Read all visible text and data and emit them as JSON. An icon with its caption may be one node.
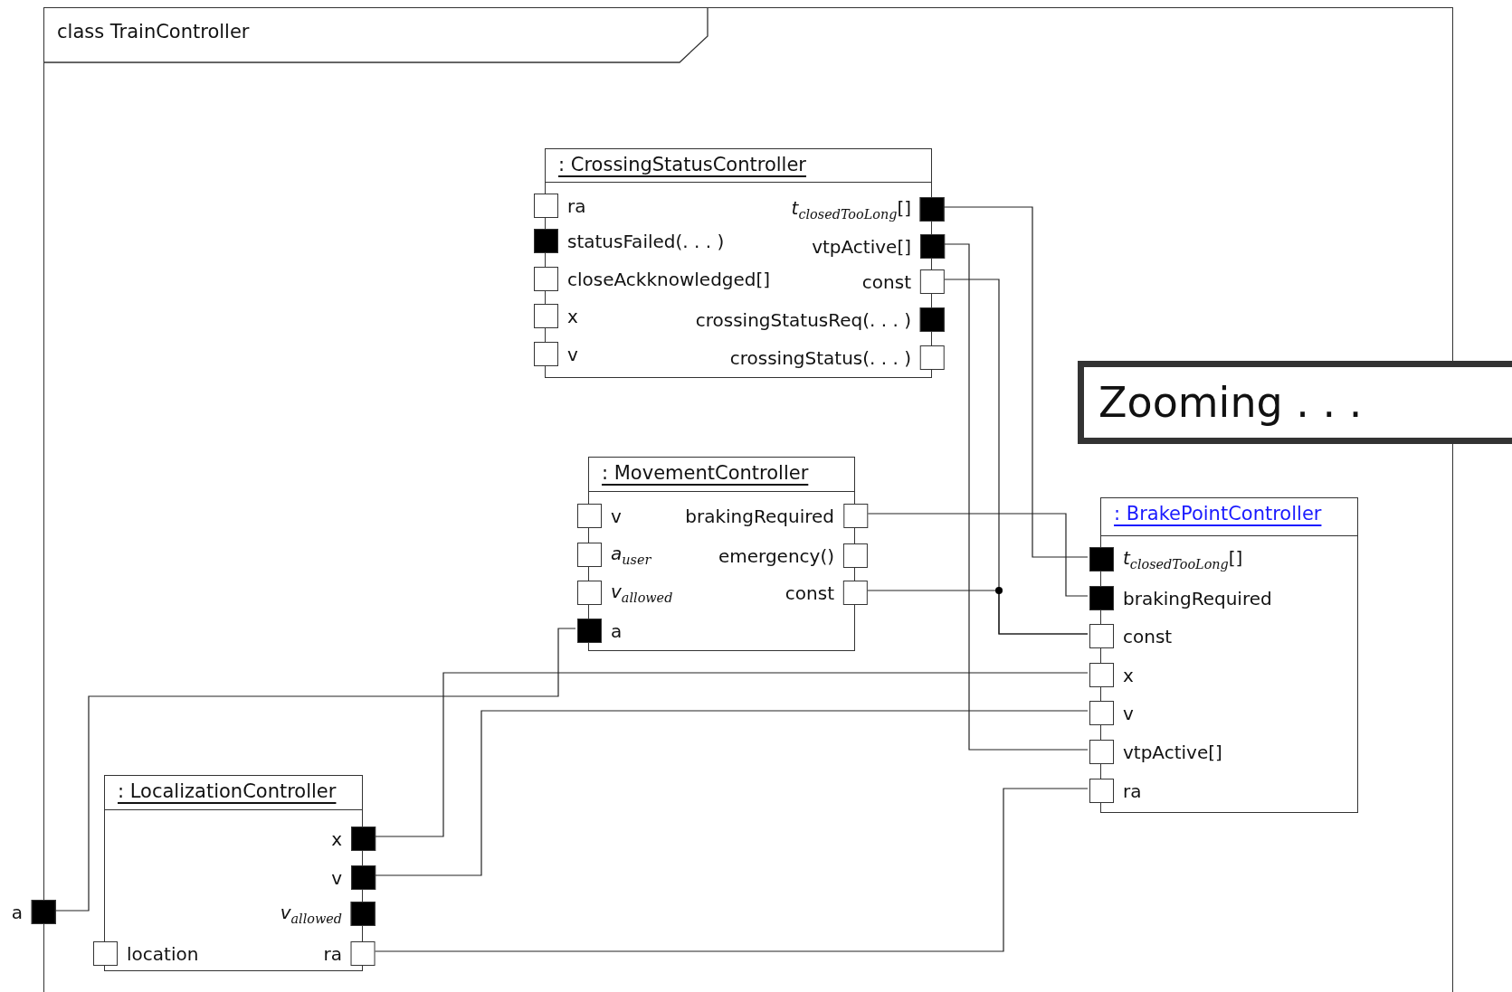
{
  "diagram": {
    "nodes": [
      {
        "text": [
          "class TrainController"
        ]
      },
      {
        "text": [
          ": CrossingStatusController"
        ],
        "in": 0
      },
      {
        "text": [
          "ra"
        ],
        "in": 1
      },
      {
        "text": [
          "statusFailed(. . . )"
        ],
        "in": 1
      },
      {
        "text": [
          "closeAckknowledged[]"
        ],
        "in": 1
      },
      {
        "text": [
          "x"
        ],
        "in": 1
      },
      {
        "text": [
          "v"
        ],
        "in": 1
      },
      {
        "text": [
          "*t*$_{closedTooLong}$[]"
        ],
        "in": 1
      },
      {
        "text": [
          "vtpActive[]"
        ],
        "in": 1
      },
      {
        "text": [
          "const"
        ],
        "in": 1
      },
      {
        "text": [
          "crossingStatusReq(. . . )"
        ],
        "in": 1
      },
      {
        "text": [
          "crossingStatus(. . . )"
        ],
        "in": 1
      },
      {
        "text": [
          ": MovementController"
        ],
        "in": 0
      },
      {
        "text": [
          "v"
        ],
        "in": 12
      },
      {
        "text": [
          "*a*$_{user}$"
        ],
        "in": 12
      },
      {
        "text": [
          "*v*$_{allowed}$"
        ],
        "in": 12
      },
      {
        "text": [
          "a"
        ],
        "in": 12
      },
      {
        "text": [
          "brakingRequired"
        ],
        "in": 12
      },
      {
        "text": [
          "emergency()"
        ],
        "in": 12
      },
      {
        "text": [
          "const"
        ],
        "in": 12
      },
      {
        "text": [
          ": BrakePointController"
        ],
        "in": 0
      },
      {
        "text": [
          "*t*$_{closedTooLong}$[]"
        ],
        "in": 20
      },
      {
        "text": [
          "brakingRequired"
        ],
        "in": 20
      },
      {
        "text": [
          "const"
        ],
        "in": 20
      },
      {
        "text": [
          "x"
        ],
        "in": 20
      },
      {
        "text": [
          "v"
        ],
        "in": 20
      },
      {
        "text": [
          "vtpActive[]"
        ],
        "in": 20
      },
      {
        "text": [
          "ra"
        ],
        "in": 20
      },
      {
        "text": [
          ": LocalizationController"
        ],
        "in": 0
      },
      {
        "text": [
          "x"
        ],
        "in": 28
      },
      {
        "text": [
          "v"
        ],
        "in": 28
      },
      {
        "text": [
          "*v*$_{allowed}$"
        ],
        "in": 28
      },
      {
        "text": [
          "ra"
        ],
        "in": 28
      },
      {
        "text": [
          "location"
        ],
        "in": 28
      },
      {
        "text": [
          "a"
        ],
        "in": 0
      },
      {
        "text": [
          "Zooming . . ."
        ]
      }
    ],
    "edges": [
      {
        "from": 7,
        "to": 21,
        "arrow": "none"
      },
      {
        "from": 8,
        "to": 26,
        "arrow": "none"
      },
      {
        "from": 9,
        "to": 23,
        "arrow": "none"
      },
      {
        "from": 17,
        "to": 22,
        "arrow": "none"
      },
      {
        "from": 19,
        "to": 23,
        "arrow": "none"
      },
      {
        "from": 16,
        "to": 34,
        "arrow": "none"
      },
      {
        "from": 29,
        "to": 24,
        "arrow": "none"
      },
      {
        "from": 30,
        "to": 25,
        "arrow": "none"
      },
      {
        "from": 32,
        "to": 27,
        "arrow": "none"
      }
    ]
  }
}
